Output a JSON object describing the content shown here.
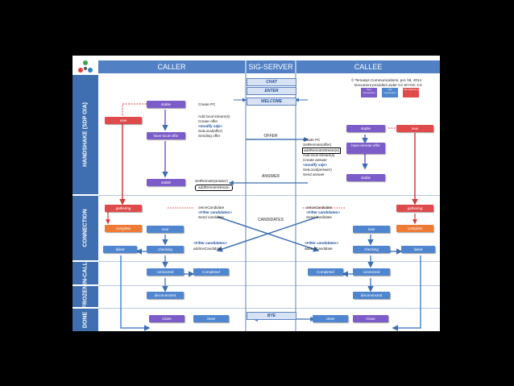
{
  "headers": {
    "caller": "CALLER",
    "sig": "SIG-SERVER",
    "callee": "CALLEE"
  },
  "lanes": {
    "handshake": "HANDSHAKE (SDP O/A)",
    "connection": "CONNECTION",
    "incall": "IN-CALL",
    "frozen": "FROZEN",
    "done": "DONE"
  },
  "copyright": {
    "line1": "© Temasys Communications, pvt, ltd, 2014",
    "line2": "Document provided under CC BY-NC 4.0"
  },
  "legend": [
    "Peer Connection",
    "ICE Connection",
    "ICE Gathering"
  ],
  "signals": {
    "chat": "CHAT",
    "enter": "ENTER",
    "welcome": "WELCOME",
    "offer": "OFFER",
    "answer": "ANSWER",
    "candidates": "CANDIDATES",
    "bye": "BYE"
  },
  "caller_states": {
    "stable_top": "stable",
    "new": "new",
    "have_local_offer": "have-local-offer",
    "stable_bottom": "stable",
    "gathering": "gathering",
    "complete": "complete",
    "ice_new": "new",
    "failed": "failed",
    "checking": "checking",
    "connected": "connected",
    "completed": "Completed",
    "disconnected": "disconnected",
    "close_a": "Close",
    "close_b": "close"
  },
  "callee_states": {
    "stable_top": "stable",
    "new": "new",
    "have_remote_offer": "have-remote-offer",
    "stable_bottom": "stable",
    "gathering": "gathering",
    "complete": "complete",
    "ice_new": "new",
    "failed": "failed",
    "checking": "checking",
    "connected": "connected",
    "completed": "Completed",
    "disconnected": "disconnected",
    "close_a": "close",
    "close_b": "Close"
  },
  "caller_notes": {
    "create_pc": "Create PC",
    "add_stream": "Add local stream(s)",
    "create_offer": "Create offer",
    "modify_sdp": "<modify sdp>",
    "set_local": "SetLocal(offer)",
    "sending_offer": "Sending offer",
    "set_remote": "SetRemote(answer)",
    "add_remote": "addRemoteStream",
    "onice": "onIceCandidate",
    "filter1": "<Filter candidates>",
    "send_candidate": "Send candidate",
    "filter2": "<Filter candidates>",
    "add_ice": "addIceCandidate"
  },
  "callee_notes": {
    "create_pc": "Create PC",
    "set_remote": "SetRemote(offer)",
    "add_remote": "addRemoteStream(s)",
    "add_stream": "Add local stream(s)",
    "create_answer": "Create answer",
    "modify_sdp": "<modify sdp>",
    "set_local": "SetLocal(answer)",
    "send_answer": "Send answer",
    "onice": "onIceCandidate",
    "filter1": "<Filter candidates>",
    "send_candidate": "Send candidate",
    "filter2": "<Filter candidates>",
    "add_ice": "addIceCandidate"
  }
}
